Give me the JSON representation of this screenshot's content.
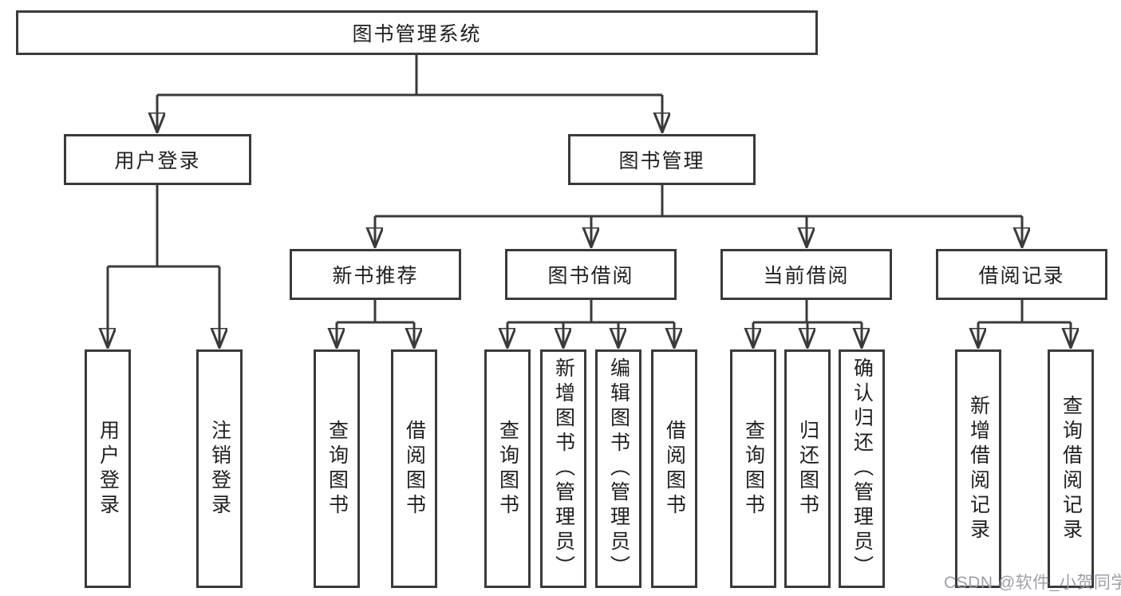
{
  "diagram": {
    "type": "hierarchy-tree",
    "root": {
      "label": "图书管理系统",
      "children": [
        {
          "label": "用户登录",
          "children": [
            {
              "label": "用户登录"
            },
            {
              "label": "注销登录"
            }
          ]
        },
        {
          "label": "图书管理",
          "children": [
            {
              "label": "新书推荐",
              "children": [
                {
                  "label": "查询图书"
                },
                {
                  "label": "借阅图书"
                }
              ]
            },
            {
              "label": "图书借阅",
              "children": [
                {
                  "label": "查询图书"
                },
                {
                  "label": "新增图书（管理员）"
                },
                {
                  "label": "编辑图书（管理员）"
                },
                {
                  "label": "借阅图书"
                }
              ]
            },
            {
              "label": "当前借阅",
              "children": [
                {
                  "label": "查询图书"
                },
                {
                  "label": "归还图书"
                },
                {
                  "label": "确认归还（管理员）"
                }
              ]
            },
            {
              "label": "借阅记录",
              "children": [
                {
                  "label": "新增借阅记录"
                },
                {
                  "label": "查询借阅记录"
                }
              ]
            }
          ]
        }
      ]
    }
  },
  "watermark": {
    "text": "CSDN @软件_小贺同学"
  },
  "colors": {
    "line": "#3a3a3a",
    "box_border": "#3a3a3a",
    "box_fill": "#ffffff",
    "text": "#1f1f1f",
    "watermark": "#9999a3"
  }
}
